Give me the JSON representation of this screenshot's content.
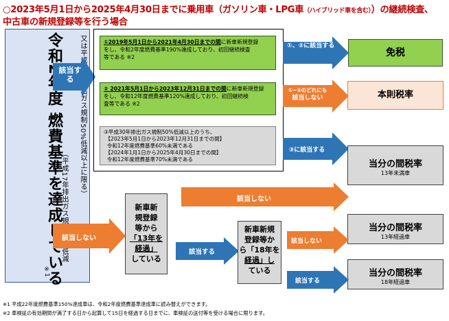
{
  "title": {
    "line1_main": "○2023年5月1日から2025年4月30日までに乗用車（ガソリン車・LPG車",
    "line1_small": "（ハイブリッド車を含む）",
    "line1_end": "）の継続検査、",
    "line2": "中古車の新規登録等を行う場合"
  },
  "left": {
    "main": "令和2年度 燃費基準を達成している",
    "mid": "（平成17年排出ガス規制75%低減",
    "left": "又は平成30年排出ガス規制50%低減以上に限る）",
    "note": "※1"
  },
  "arrows": {
    "yes": "該当する",
    "no": "該当しない",
    "r1": "①、②に該当する",
    "r2_line1": "①~③のどれにも",
    "r2_line2": "該当しない",
    "r3": "③に該当する",
    "long": "該当しない",
    "m2_yes": "該当する",
    "m2_no": "該当しない",
    "m2_yes2": "該当する"
  },
  "green1": {
    "line1_ul": "①2019年5月1日から2021年4月30日までの間",
    "line1_rest": "に新車新規登録",
    "line2": "をし、令和2年度燃費基準190%達成しており、初回継続検査",
    "line3": "等である ※2"
  },
  "green2": {
    "line1_ul": "② 2021年5月1日から2023年12月31日までの間",
    "line1_rest": "に新車新規登録",
    "line2": "をし、令和12年度燃費基準120%達成しており、初回継続検",
    "line3": "査等である ※2"
  },
  "gray3": {
    "line1": "③平成30年排出ガス規制50%低減以上のうち、",
    "line2": "【2023年5月1日から2023年12月31日までの間】",
    "line3": "令和12年度燃費基準60%未満である",
    "line4": "【2024年1月1日から2025年4月30日までの間】",
    "line5": "令和12年度燃費基準70%未満である"
  },
  "right": {
    "r1": "免税",
    "r2": "本則税率",
    "r3_main": "当分の間税率",
    "r3_sub": "13年未満車",
    "r4_main": "当分の間税率",
    "r4_sub": "13年経過車",
    "r5_main": "当分の間税率",
    "r5_sub": "18年経過車"
  },
  "middle1": {
    "l1": "新車新",
    "l2": "規登録",
    "l3": "等から",
    "l4": "「13年を",
    "l5": "経過」",
    "l6": "している"
  },
  "middle2": {
    "l1": "新車新規",
    "l2": "登録等か",
    "l3": "ら「18年を",
    "l4": "経過」し",
    "l5": "ている"
  },
  "footnotes": {
    "fn1": "※1 平成22年度燃費基準150%達成車は、令和2年度燃費基準達成車に読み替えができます。",
    "fn2": "※2 車検証の有効期間が満了する日から起算して15日を経過する日までに、車検証の送付等を受ける場合に限ります。"
  },
  "colors": {
    "blue_arrow": "#2e75b6",
    "orange_arrow": "#ed7d31",
    "green": "#92d050",
    "gray": "#d9d9d9",
    "title_red": "#c00000"
  }
}
